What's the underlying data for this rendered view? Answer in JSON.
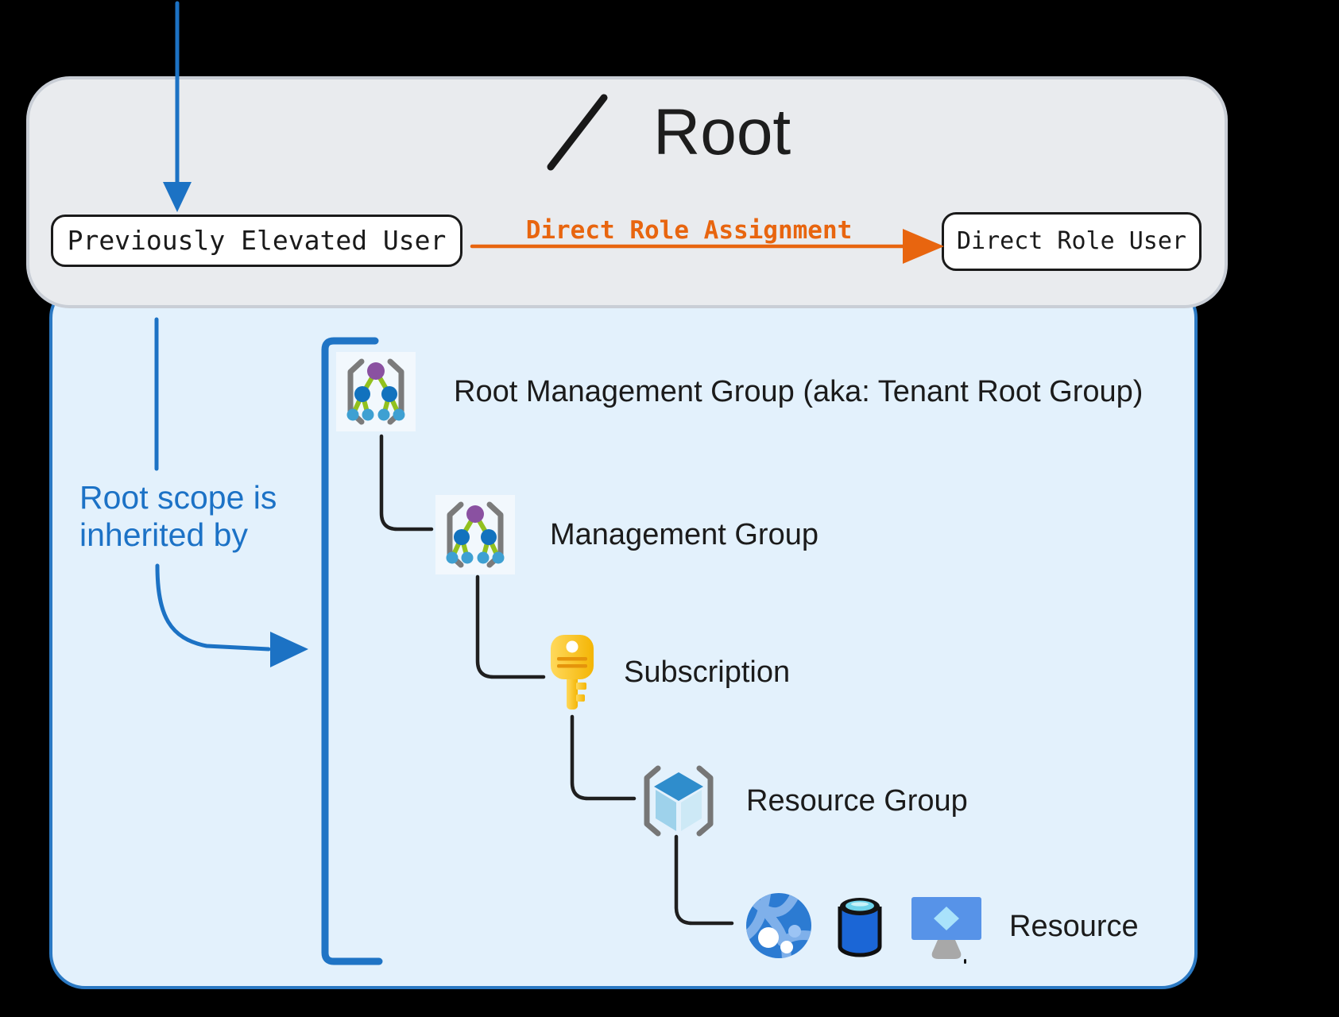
{
  "title": {
    "symbol": "/",
    "text": "Root"
  },
  "top_panel": {
    "previously_elevated_user": "Previously Elevated User",
    "arrow_label": "Direct Role Assignment",
    "direct_role_user": "Direct Role User"
  },
  "scope_panel": {
    "note_line1": "Root scope is",
    "note_line2": "inherited by",
    "hierarchy": [
      {
        "icon": "management-group-icon",
        "label": "Root Management Group (aka: Tenant Root Group)"
      },
      {
        "icon": "management-group-icon",
        "label": "Management Group"
      },
      {
        "icon": "key-icon",
        "label": "Subscription"
      },
      {
        "icon": "resource-group-icon",
        "label": "Resource Group"
      },
      {
        "icon": "app-service-icon database-icon virtual-machine-icon",
        "label": "Resource"
      }
    ]
  },
  "colors": {
    "accent_blue": "#1C72C4",
    "accent_orange": "#E8650F",
    "panel_fill": "#E3F1FC",
    "panel_border": "#2B79C3",
    "header_fill": "#E9EBEE",
    "header_border": "#C9CED6",
    "connector_black": "#1f1f1f"
  }
}
